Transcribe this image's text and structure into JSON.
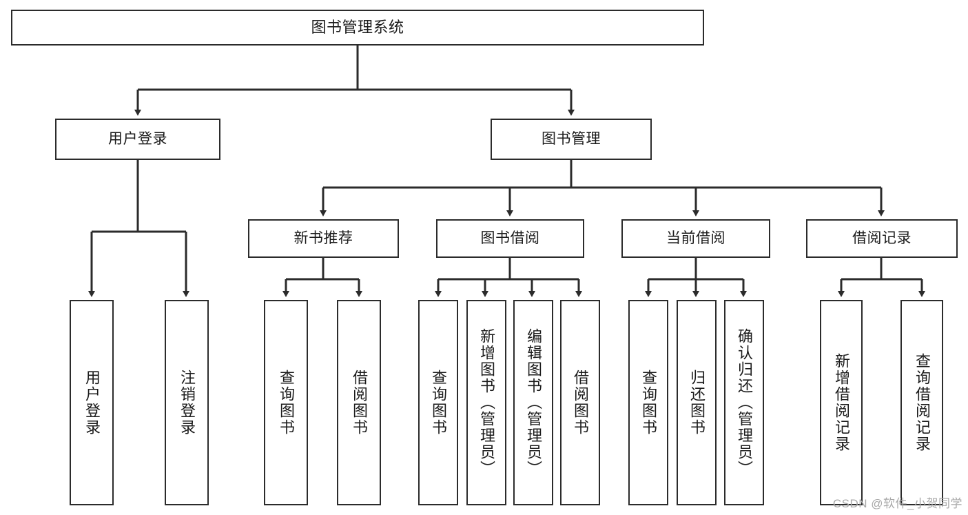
{
  "diagram": {
    "type": "tree-hierarchy-chart",
    "title": "图书管理系统",
    "watermark": "CSDN @软件_小贺同学",
    "colors": {
      "box_border": "#2b2b2b",
      "box_fill": "#ffffff",
      "connector": "#2b2b2b",
      "text": "#1b1b1b",
      "watermark": "#a8a8a8",
      "background": "#ffffff"
    },
    "root": {
      "label": "图书管理系统"
    },
    "level2": [
      {
        "label": "用户登录"
      },
      {
        "label": "图书管理"
      }
    ],
    "level3": [
      {
        "label": "新书推荐"
      },
      {
        "label": "图书借阅"
      },
      {
        "label": "当前借阅"
      },
      {
        "label": "借阅记录"
      }
    ],
    "leaves": {
      "user_login": [
        {
          "label": "用户登录"
        },
        {
          "label": "注销登录"
        }
      ],
      "new_book_recommend": [
        {
          "label": "查询图书"
        },
        {
          "label": "借阅图书"
        }
      ],
      "book_borrow": [
        {
          "label": "查询图书"
        },
        {
          "label": "新增图书（管理员）"
        },
        {
          "label": "编辑图书（管理员）"
        },
        {
          "label": "借阅图书"
        }
      ],
      "current_borrow": [
        {
          "label": "查询图书"
        },
        {
          "label": "归还图书"
        },
        {
          "label": "确认归还（管理员）"
        }
      ],
      "borrow_record": [
        {
          "label": "新增借阅记录"
        },
        {
          "label": "查询借阅记录"
        }
      ]
    }
  }
}
